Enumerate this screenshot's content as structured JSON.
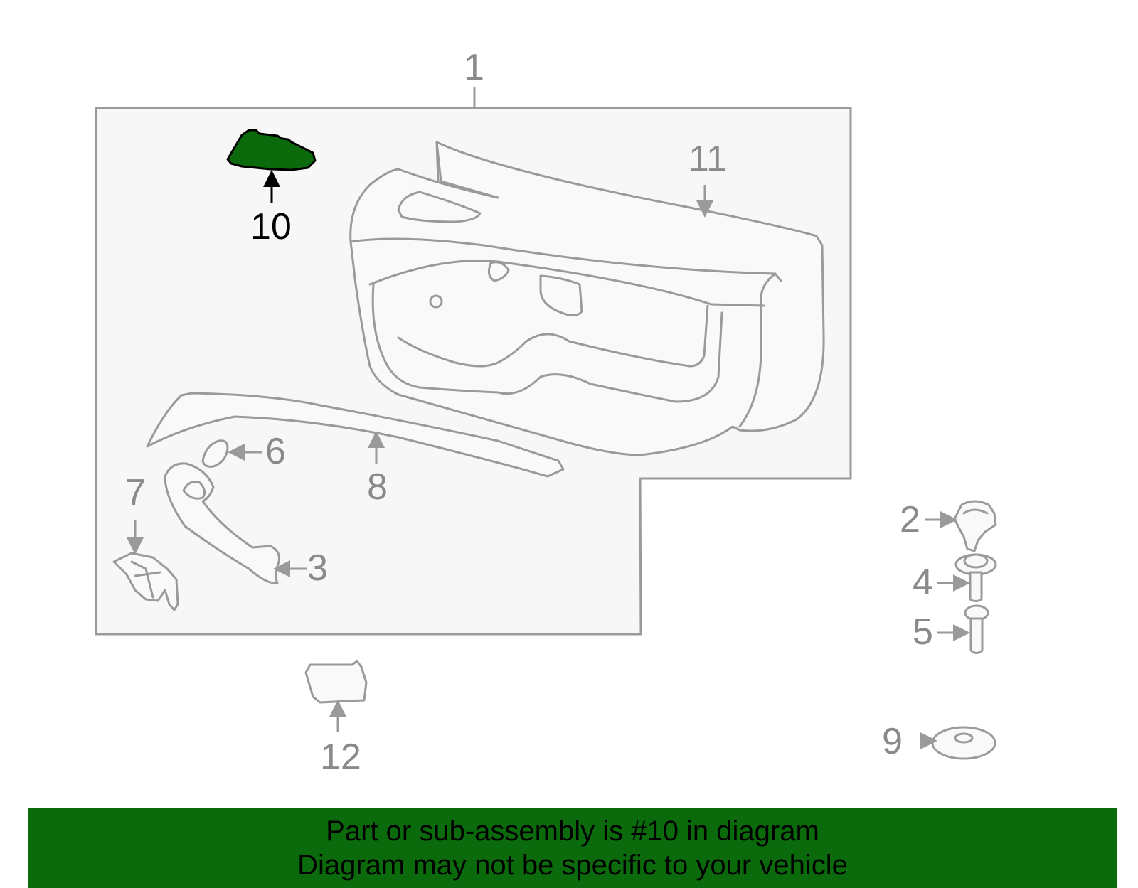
{
  "colors": {
    "highlight": "#0b6a0b",
    "line": "#9a9a9a",
    "assembly_fill": "#f7f7f7",
    "banner_bg": "#0b6a0b"
  },
  "callouts": {
    "c1": "1",
    "c2": "2",
    "c3": "3",
    "c4": "4",
    "c5": "5",
    "c6": "6",
    "c7": "7",
    "c8": "8",
    "c9": "9",
    "c10": "10",
    "c11": "11",
    "c12": "12"
  },
  "highlighted_callout": "10",
  "banner": {
    "line1": "Part or sub-assembly is #10 in diagram",
    "line2": "Diagram may not be specific to your vehicle"
  }
}
